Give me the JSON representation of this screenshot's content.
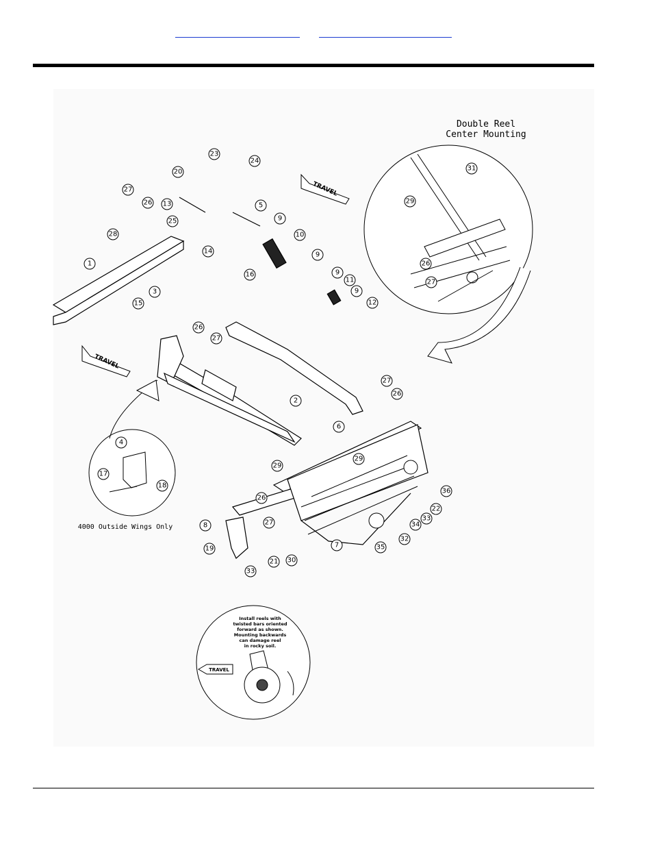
{
  "header": {
    "link_left": "",
    "link_right": ""
  },
  "diagram": {
    "inset_title_line1": "Double Reel",
    "inset_title_line2": "Center Mounting",
    "wings_caption": "4000 Outside Wings Only",
    "travel_label": "TRAVEL",
    "note_lines": [
      "Install reels with",
      "twisted bars oriented",
      "forward as shown.",
      "Mounting backwards",
      "can damage reel",
      "in rocky soil."
    ],
    "callouts": [
      "1",
      "2",
      "3",
      "4",
      "5",
      "6",
      "7",
      "8",
      "9",
      "10",
      "11",
      "12",
      "13",
      "14",
      "15",
      "16",
      "17",
      "18",
      "19",
      "20",
      "21",
      "22",
      "23",
      "24",
      "25",
      "26",
      "27",
      "28",
      "29",
      "30",
      "31",
      "32",
      "33",
      "34",
      "35",
      "36"
    ]
  }
}
